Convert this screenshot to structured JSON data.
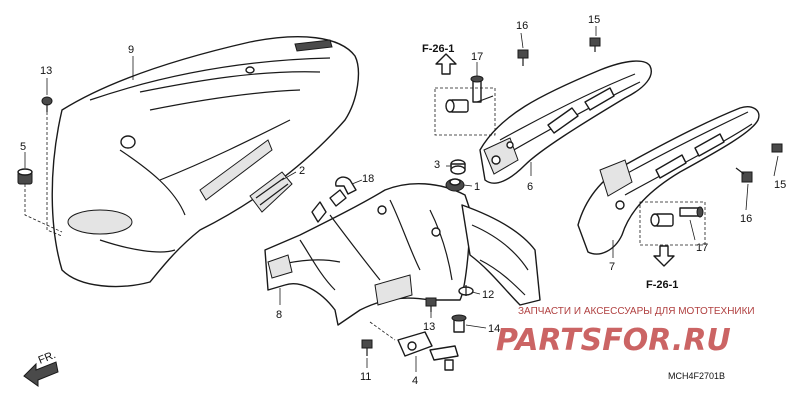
{
  "callouts": {
    "c1": "1",
    "c2": "2",
    "c3": "3",
    "c4": "4",
    "c5": "5",
    "c6": "6",
    "c7": "7",
    "c8": "8",
    "c9": "9",
    "c11": "11",
    "c12": "12",
    "c13a": "13",
    "c13b": "13",
    "c14": "14",
    "c15a": "15",
    "c15b": "15",
    "c16a": "16",
    "c16b": "16",
    "c17a": "17",
    "c17b": "17",
    "c18": "18"
  },
  "references": {
    "top": "F-26-1",
    "bottom": "F-26-1",
    "direction": "FR."
  },
  "diagram_code": "MCH4F2701B",
  "watermark": {
    "subtitle": "ЗАПЧАСТИ И АКСЕССУАРЫ ДЛЯ МОТОТЕХНИКИ",
    "logo": "PARTSFOR.RU"
  },
  "colors": {
    "line": "#1a1a1a",
    "watermark": "#c24a4a"
  }
}
